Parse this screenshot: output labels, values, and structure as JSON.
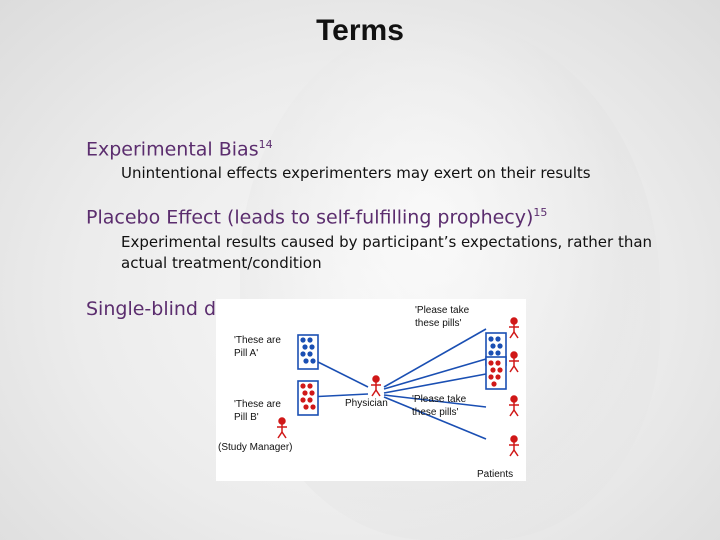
{
  "slide": {
    "title": "Terms",
    "items": [
      {
        "term": "Experimental Bias",
        "ref": "14",
        "definition": "Unintentional effects experimenters may exert on their results"
      },
      {
        "term": "Placebo Effect (leads to self-fulfilling prophecy)",
        "ref": "15",
        "definition": "Experimental results caused by participant’s expectations, rather than actual treatment/condition"
      },
      {
        "term": "Single-blind d",
        "ref": "",
        "definition": ""
      }
    ]
  },
  "diagram": {
    "pill_a_label": "'These are Pill A'",
    "pill_b_label": "'These are Pill B'",
    "study_manager": "(Study Manager)",
    "physician": "Physician",
    "please_take_top": "'Please take these pills'",
    "please_take_bottom": "'Please take these pills'",
    "patients": "Patients",
    "colors": {
      "pill_a": "#1a4fb3",
      "pill_b": "#d01818",
      "figure": "#d01818",
      "box": "#1a4fb3"
    }
  }
}
